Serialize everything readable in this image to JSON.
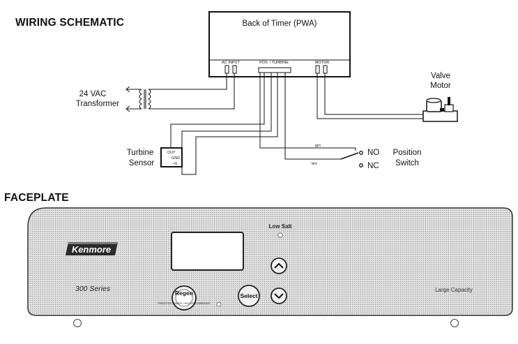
{
  "wiring": {
    "title": "WIRING SCHEMATIC",
    "timer_label": "Back of Timer (PWA)",
    "ports": {
      "ac_input": "AC INPUT",
      "pos_turbine": "POS. / TURBINE",
      "motor": "MOTOR"
    },
    "transformer_label_line1": "24 VAC",
    "transformer_label_line2": "Transformer",
    "valve_motor_line1": "Valve",
    "valve_motor_line2": "Motor",
    "turbine_sensor_line1": "Turbine",
    "turbine_sensor_line2": "Sensor",
    "sensor_pins": {
      "out": "OUT",
      "gnd": "GND",
      "plus5": "+5"
    },
    "wire_grn": "grn",
    "wire_brn": "brn",
    "switch_no": "NO",
    "switch_nc": "NC",
    "position_switch_line1": "Position",
    "position_switch_line2": "Switch"
  },
  "faceplate": {
    "title": "FACEPLATE",
    "brand": "Kenmore",
    "series": "300 Series",
    "low_salt": "Low Salt",
    "large_capacity": "Large Capacity",
    "regen_label": "Regen",
    "regen_sub": "PRESS FOR TONIGHT / HOLD FOR IMMEDIATE",
    "select_label": "Select",
    "up_icon": "chevron-up-icon",
    "down_icon": "chevron-down-icon"
  },
  "colors": {
    "faceplate_fill": "#d8d8d8",
    "line": "#111111",
    "brand_dark": "#2a2a2a"
  }
}
